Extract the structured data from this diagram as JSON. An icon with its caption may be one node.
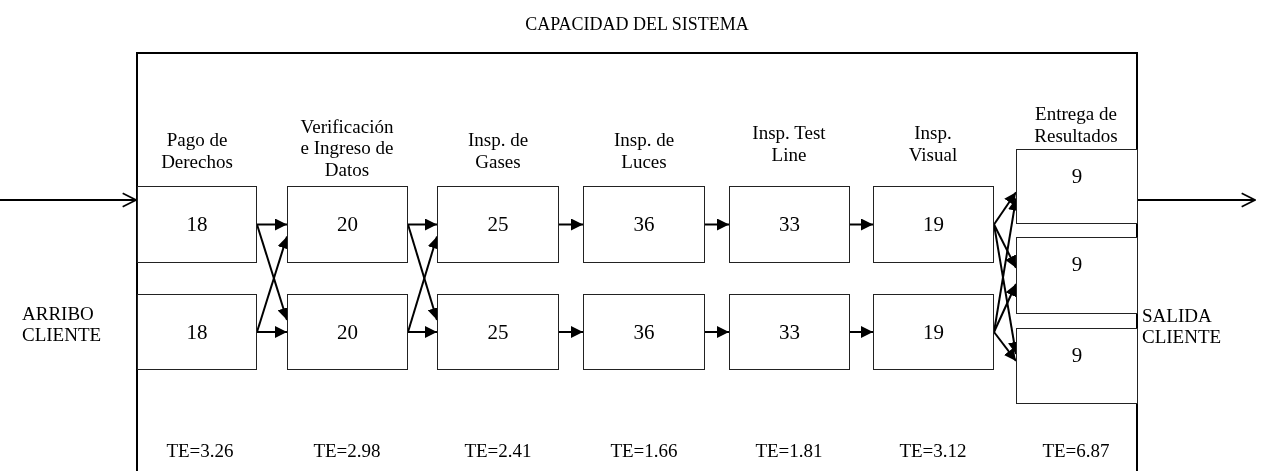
{
  "diagram": {
    "nodes": [
      {
        "text": [
          "CAPACIDAD DEL SISTEMA"
        ]
      },
      {
        "text": [
          "18"
        ],
        "in": 0
      },
      {
        "text": [
          "18"
        ],
        "in": 0
      },
      {
        "text": [
          "20"
        ],
        "in": 0
      },
      {
        "text": [
          "20"
        ],
        "in": 0
      },
      {
        "text": [
          "25"
        ],
        "in": 0
      },
      {
        "text": [
          "25"
        ],
        "in": 0
      },
      {
        "text": [
          "36"
        ],
        "in": 0
      },
      {
        "text": [
          "36"
        ],
        "in": 0
      },
      {
        "text": [
          "33"
        ],
        "in": 0
      },
      {
        "text": [
          "33"
        ],
        "in": 0
      },
      {
        "text": [
          "19"
        ],
        "in": 0
      },
      {
        "text": [
          "19"
        ],
        "in": 0
      },
      {
        "text": [
          "9"
        ],
        "in": 0
      },
      {
        "text": [
          "9"
        ],
        "in": 0
      },
      {
        "text": [
          "9"
        ],
        "in": 0
      }
    ],
    "edges": [
      {
        "from": null,
        "to": 0,
        "arrow": "to"
      },
      {
        "from": 1,
        "to": 3,
        "arrow": "to"
      },
      {
        "from": 1,
        "to": 4,
        "arrow": "to"
      },
      {
        "from": 2,
        "to": 3,
        "arrow": "to"
      },
      {
        "from": 2,
        "to": 4,
        "arrow": "to"
      },
      {
        "from": 3,
        "to": 5,
        "arrow": "to"
      },
      {
        "from": 3,
        "to": 6,
        "arrow": "to"
      },
      {
        "from": 4,
        "to": 5,
        "arrow": "to"
      },
      {
        "from": 4,
        "to": 6,
        "arrow": "to"
      },
      {
        "from": 5,
        "to": 7,
        "arrow": "to"
      },
      {
        "from": 6,
        "to": 8,
        "arrow": "to"
      },
      {
        "from": 7,
        "to": 9,
        "arrow": "to"
      },
      {
        "from": 8,
        "to": 10,
        "arrow": "to"
      },
      {
        "from": 9,
        "to": 11,
        "arrow": "to"
      },
      {
        "from": 10,
        "to": 12,
        "arrow": "to"
      },
      {
        "from": 11,
        "to": 13,
        "arrow": "to"
      },
      {
        "from": 11,
        "to": 14,
        "arrow": "to"
      },
      {
        "from": 11,
        "to": 15,
        "arrow": "to"
      },
      {
        "from": 12,
        "to": 13,
        "arrow": "to"
      },
      {
        "from": 12,
        "to": 14,
        "arrow": "to"
      },
      {
        "from": 12,
        "to": 15,
        "arrow": "to"
      },
      {
        "from": 0,
        "to": null,
        "arrow": "to"
      }
    ],
    "labels": [
      "Pago de Derechos",
      "Verificación e Ingreso de Datos",
      "Insp. de Gases",
      "Insp. de Luces",
      "Insp. Test Line",
      "Insp. Visual",
      "Entrega de Resultados",
      "ARRIBO CLIENTE",
      "SALIDA CLIENTE",
      "TE=3.26",
      "TE=2.98",
      "TE=2.41",
      "TE=1.66",
      "TE=1.81",
      "TE=3.12",
      "TE=6.87"
    ]
  }
}
